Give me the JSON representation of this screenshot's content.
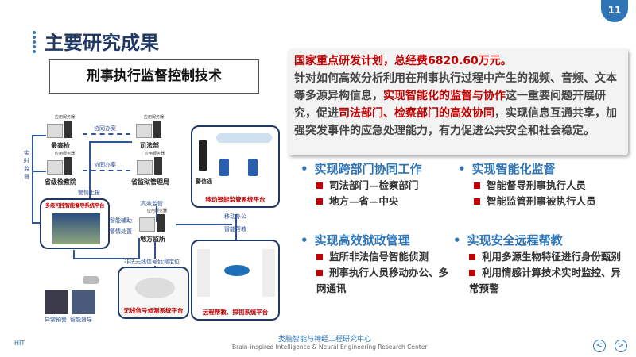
{
  "page_number": "11",
  "title": "主要研究成果",
  "subtitle": "刑事执行监督控制技术",
  "info": {
    "line1": "国家重点研发计划，总经费6820.60万元。",
    "p1": "针对如何高效分析利用在刑事执行过程中产生的视频、音频、文本等多源异构信息，",
    "h1": "实现智能化的监督与协作",
    "p2": "这一重要问题开展研究，促进",
    "h2": "司法部门、检察部门的高效协同",
    "p3": "，实现信息互通共享，加强突发事件的应急处理能力，有力促进公共安全和社会稳定。"
  },
  "sections": [
    {
      "title": "实现跨部门协同工作",
      "items": [
        "司法部门—检察部门",
        "地方—省—中央"
      ]
    },
    {
      "title": "实现智能化监督",
      "items": [
        "智能督导刑事执行人员",
        "智能监管刑事被执行人员"
      ]
    },
    {
      "title": "实现高效狱政管理",
      "items": [
        "监所非法信号智能侦测",
        "刑事执行人员移动办公、多网通讯"
      ]
    },
    {
      "title": "实现安全远程帮教",
      "items": [
        "利用多源生物特征进行身份甄别",
        "利用情感计算技术实时监控、异常预警"
      ]
    }
  ],
  "diagram": {
    "server_tag": "应用服务器",
    "nodes": [
      "最高检",
      "司法部",
      "省级检察院",
      "省监狱管理局",
      "地方监所",
      "警信通"
    ],
    "links": [
      "协同办案",
      "协同办案",
      "实时监督",
      "警情上报",
      "高效监管",
      "智能辅助",
      "警情处置",
      "移动办公",
      "智能帮教",
      "非法无线信号侦测定位",
      "异常预警",
      "智能督导"
    ],
    "platforms": [
      "多级可控智能督导系统平台",
      "移动智能监管系统平台",
      "无线信号侦测系统平台",
      "远程帮教、探视系统平台"
    ]
  },
  "footer": {
    "cn": "类脑智能与神经工程研究中心",
    "en": "Brain-inspired Intelligence & Neural Engineering Research Center",
    "logo": "HIT",
    "prev": "<",
    "next": ">"
  }
}
